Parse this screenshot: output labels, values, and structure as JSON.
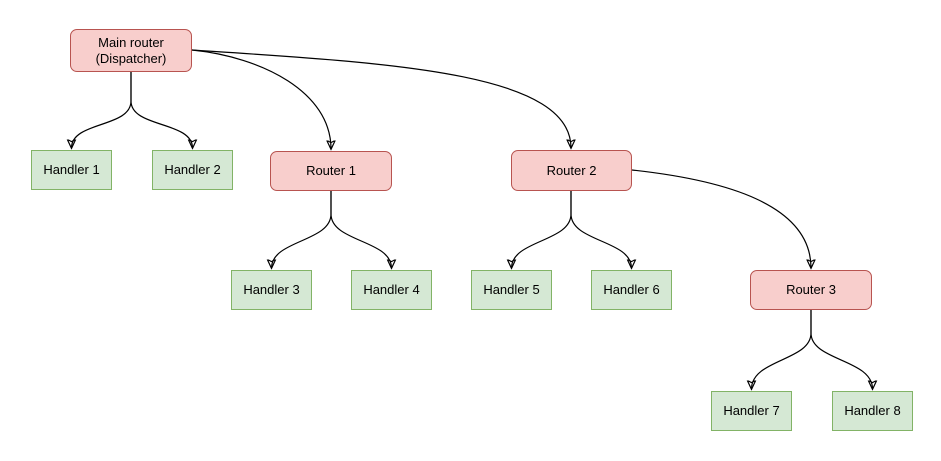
{
  "diagram": {
    "nodes": {
      "main_router": {
        "line1": "Main router",
        "line2": "(Dispatcher)",
        "type": "router"
      },
      "handler1": {
        "label": "Handler 1",
        "type": "handler"
      },
      "handler2": {
        "label": "Handler 2",
        "type": "handler"
      },
      "router1": {
        "label": "Router 1",
        "type": "router"
      },
      "router2": {
        "label": "Router 2",
        "type": "router"
      },
      "handler3": {
        "label": "Handler 3",
        "type": "handler"
      },
      "handler4": {
        "label": "Handler 4",
        "type": "handler"
      },
      "handler5": {
        "label": "Handler 5",
        "type": "handler"
      },
      "handler6": {
        "label": "Handler 6",
        "type": "handler"
      },
      "router3": {
        "label": "Router 3",
        "type": "router"
      },
      "handler7": {
        "label": "Handler 7",
        "type": "handler"
      },
      "handler8": {
        "label": "Handler 8",
        "type": "handler"
      }
    },
    "edges": [
      {
        "from": "main_router",
        "to": "handler1"
      },
      {
        "from": "main_router",
        "to": "handler2"
      },
      {
        "from": "main_router",
        "to": "router1"
      },
      {
        "from": "main_router",
        "to": "router2"
      },
      {
        "from": "router1",
        "to": "handler3"
      },
      {
        "from": "router1",
        "to": "handler4"
      },
      {
        "from": "router2",
        "to": "handler5"
      },
      {
        "from": "router2",
        "to": "handler6"
      },
      {
        "from": "router2",
        "to": "router3"
      },
      {
        "from": "router3",
        "to": "handler7"
      },
      {
        "from": "router3",
        "to": "handler8"
      }
    ],
    "colors": {
      "router_fill": "#f8cecc",
      "router_border": "#b85450",
      "handler_fill": "#d5e8d4",
      "handler_border": "#82b366",
      "edge": "#000000",
      "background": "#ffffff"
    }
  }
}
